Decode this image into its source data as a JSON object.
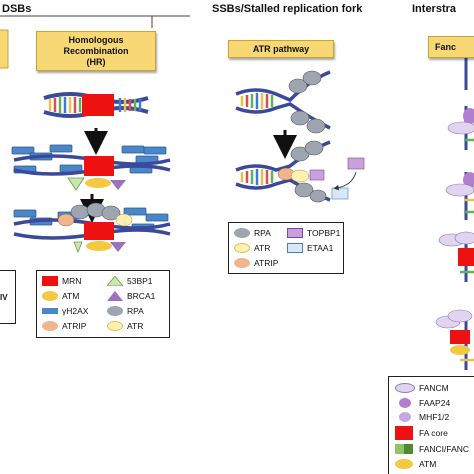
{
  "headers": {
    "dsbs": "DSBs",
    "ssbs": "SSBs/Stalled replication fork",
    "interstrand": "Interstra"
  },
  "boxes": {
    "hr_line1": "Homologous",
    "hr_line2": "Recombination",
    "hr_line3": "(HR)",
    "atr": "ATR pathway",
    "fanc": "Fanc"
  },
  "left_partial_legend": {
    "text": "IV"
  },
  "legend_hr": {
    "items": [
      "MRN",
      "53BP1",
      "ATM",
      "BRCA1",
      "γH2AX",
      "RPA",
      "ATRIP",
      "ATR"
    ]
  },
  "legend_atr": {
    "items": [
      "RPA",
      "TOPBP1",
      "ATR",
      "ETAA1",
      "ATRIP"
    ]
  },
  "legend_fa": {
    "items": [
      "FANCM",
      "FAAP24",
      "MHF1/2",
      "FA core",
      "FANCI/FANC",
      "ATM"
    ]
  },
  "colors": {
    "box_fill": "#f7d875",
    "mrn": "#ee1111",
    "atm": "#f5c842",
    "h2ax": "#4a86c8",
    "rpa": "#9ea4b0",
    "atrip": "#f2b48a",
    "atr": "#fdf0b0",
    "bp53": "#c8e8a8",
    "brca1": "#a070c0",
    "topbp1": "#c9a0dc",
    "etaa1": "#d6e8f8",
    "fancm": "#e0d4f0",
    "faap24": "#b07fd0",
    "mhf": "#c6a8e0",
    "fa_core": "#ee1111",
    "fanci": "#8dc46a"
  }
}
